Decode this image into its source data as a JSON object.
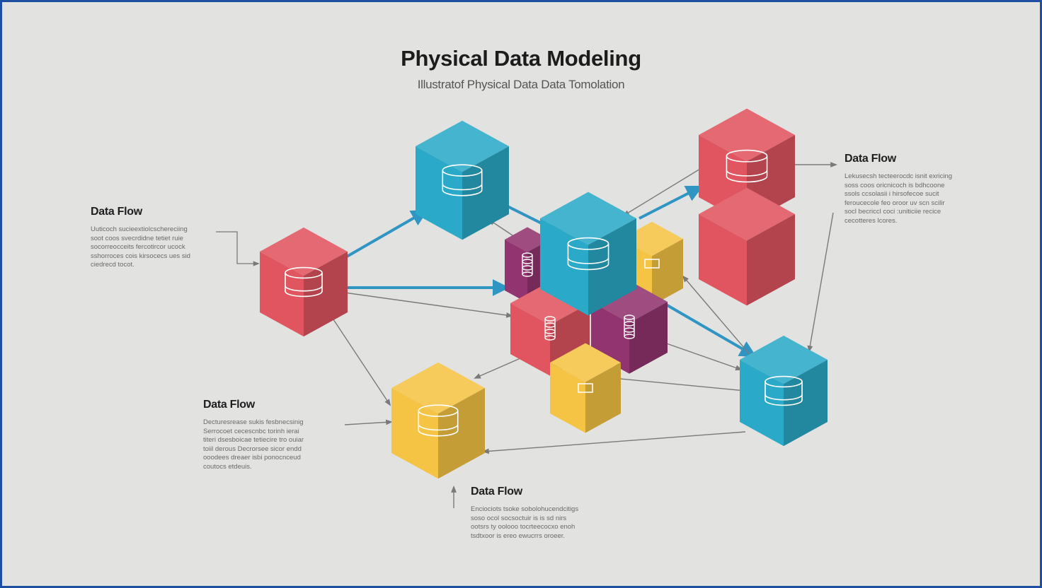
{
  "header": {
    "title": "Physical Data Modeling",
    "subtitle": "Illustratof Physical Data Data Tomolation"
  },
  "labels": [
    {
      "title": "Data Flow",
      "lines": [
        "Uuticoch sucieextiolcschereciing",
        "soot coos svecrdidne tetiet ruie",
        "socorreocceits fercotircor ucock",
        "sshorroces cois kirsocecs ues sid",
        "ciedrecd tocot."
      ]
    },
    {
      "title": "Data Flow",
      "lines": [
        "Lekusecsh tecteerocdc isnit exricing",
        "soss coos oricnicoch is bdhcoone",
        "ssols ccsolasii i hirsofecoe sucit",
        "feroucecole feo oroor uv scn scilir",
        "socl becriccl coci :uniticiie recice",
        "cecotteres lcores."
      ]
    },
    {
      "title": "Data Flow",
      "lines": [
        "Decturesrease sukis fesbnecsinig",
        "Serrocoet cecescnbc torinh ierai",
        "titeri dsesboicae tetiecire tro ouiar",
        "toiil derous Decrorsee sicor endd",
        "ooodees dreaer isbi ponocnceud",
        "coutocs etdeuis."
      ]
    },
    {
      "title": "Data Flow",
      "lines": [
        "Enciociots tsoke sobolohucendcitigs",
        "soso ocol socsoctuir is is sd nirs",
        "ootsrs ty oolooo tocrteecocxo enoh",
        "tsdtxoor is ereo ewucrrs oroeer."
      ]
    }
  ],
  "colors": {
    "background": "#e2e2e1",
    "border": "#1e4fa3",
    "red": "#e05560",
    "cyan": "#2aaac8",
    "purple": "#92346f",
    "yellow": "#f5c445",
    "arrow_blue": "#2f95c3",
    "arrow_gray": "#7a7a7a"
  },
  "icons": [
    "database-icon",
    "arrow-icon"
  ]
}
